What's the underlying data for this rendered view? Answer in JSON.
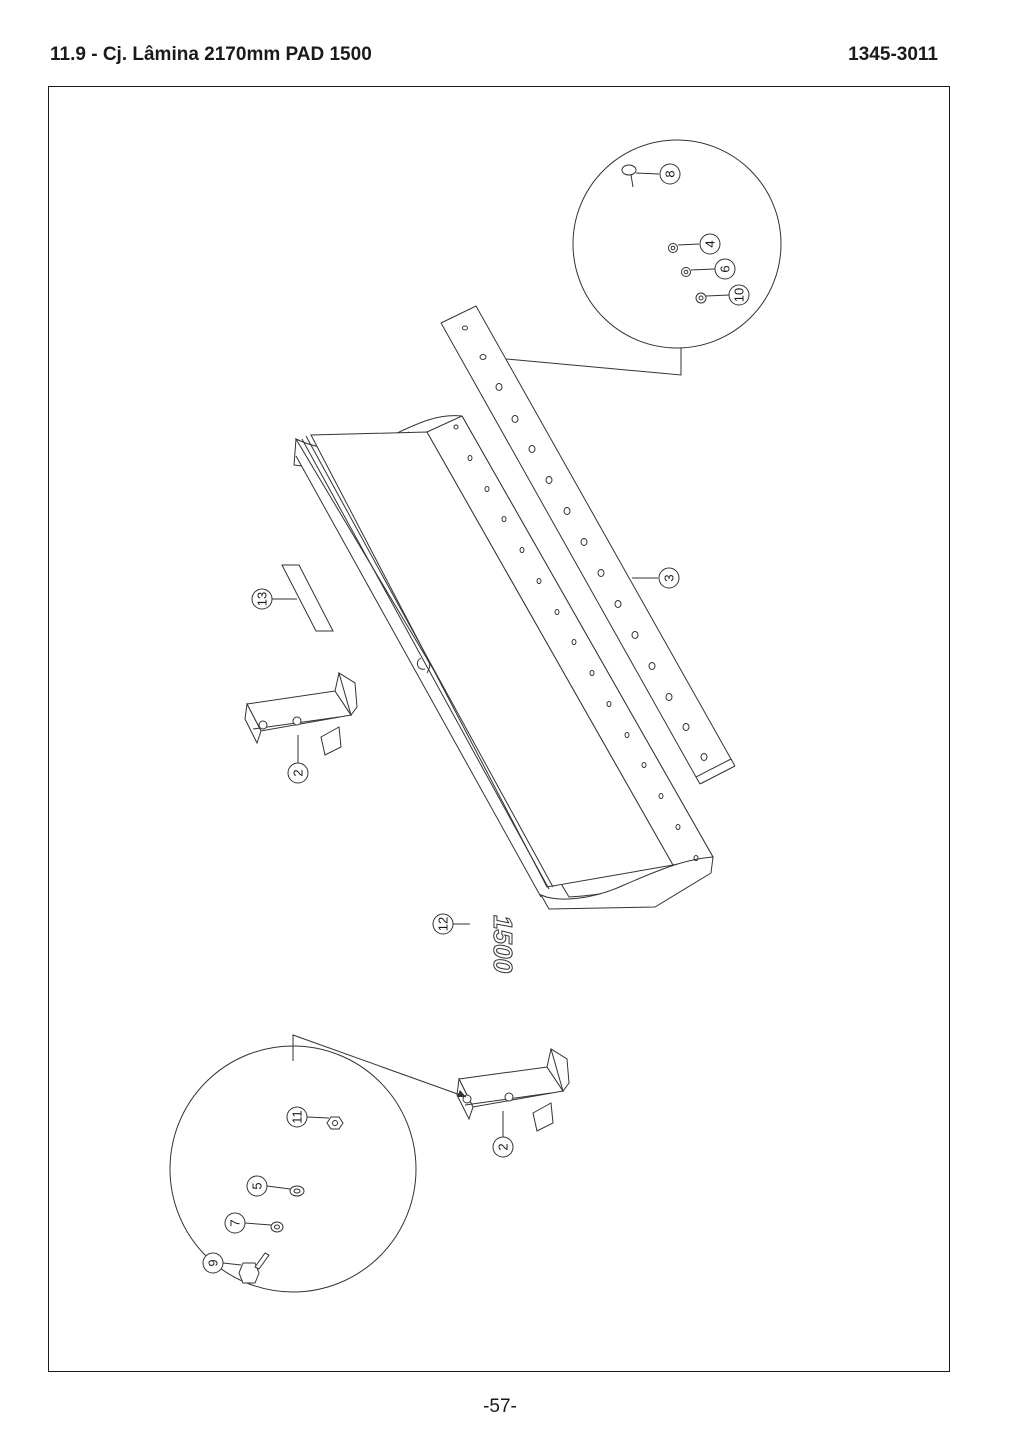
{
  "header": {
    "title": "11.9 - Cj. Lâmina 2170mm PAD 1500",
    "code": "1345-3011"
  },
  "diagram": {
    "callouts": {
      "c1": "8",
      "c2": "4",
      "c3": "6",
      "c4": "10",
      "c5": "3",
      "c6": "13",
      "c7": "2",
      "c8": "12",
      "c9": "2",
      "c10": "11",
      "c11": "5",
      "c12": "7",
      "c13": "9"
    },
    "decal_text": "1500"
  },
  "footer": {
    "page": "-57-"
  }
}
